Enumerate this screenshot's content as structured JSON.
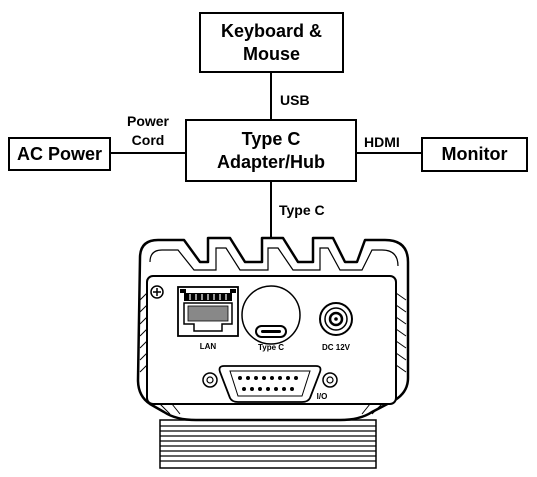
{
  "boxes": {
    "keyboard_line1": "Keyboard &",
    "keyboard_line2": "Mouse",
    "hub_line1": "Type C",
    "hub_line2": "Adapter/Hub",
    "ac_power": "AC Power",
    "monitor": "Monitor"
  },
  "connections": {
    "usb": "USB",
    "power_line1": "Power",
    "power_line2": "Cord",
    "hdmi": "HDMI",
    "type_c": "Type C"
  },
  "camera_ports": {
    "lan": "LAN",
    "type_c": "Type C",
    "dc": "DC 12V",
    "io": "I/O"
  },
  "icons": {
    "ground_symbol": "circle-plus-icon"
  }
}
